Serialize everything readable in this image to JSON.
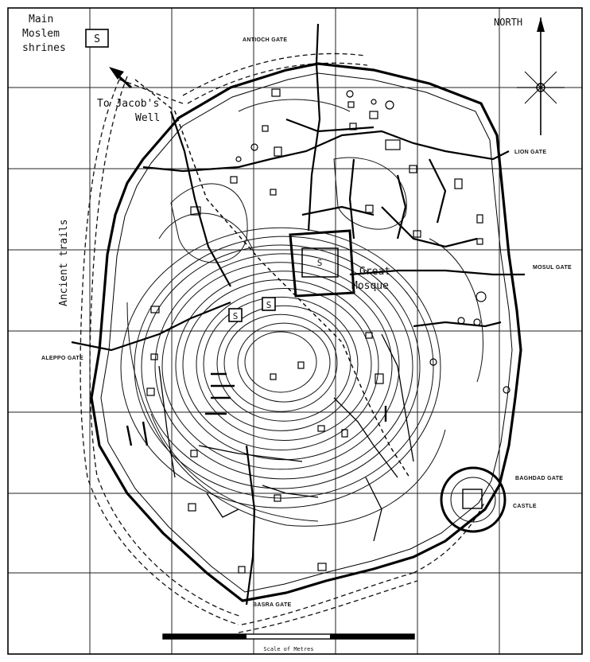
{
  "legend": {
    "title_line1": "Main",
    "title_line2": "Moslem",
    "title_line3": "shrines",
    "symbol": "S"
  },
  "north_label": "NORTH",
  "labels": {
    "jacobs_well_line1": "To Jacob's",
    "jacobs_well_line2": "Well",
    "ancient_trails": "Ancient trails",
    "great_mosque_line1": "Great",
    "great_mosque_line2": "Mosque",
    "mosque_symbol": "S",
    "shrine_symbol_1": "S",
    "shrine_symbol_2": "S"
  },
  "gates": {
    "antioch": "ANTIOCH GATE",
    "lion": "LION GATE",
    "mosul": "MOSUL GATE",
    "aleppo": "ALEPPO GATE",
    "baghdad": "BAGHDAD GATE",
    "castle": "CASTLE",
    "basra": "BASRA GATE"
  },
  "scale_label": "Scale of Metres",
  "colors": {
    "ink": "#111111",
    "paper": "#ffffff"
  }
}
